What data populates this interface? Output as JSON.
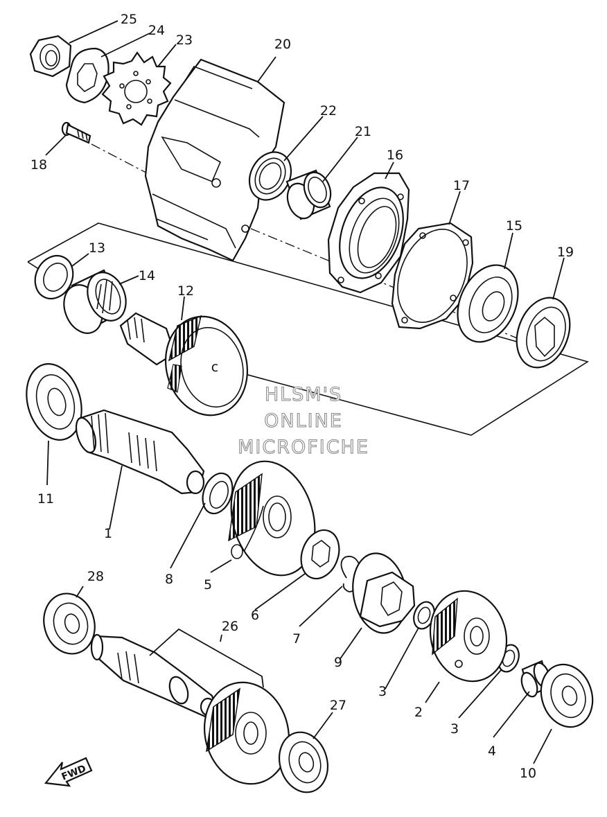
{
  "watermark": {
    "line1": "HLSM'S",
    "line2": "ONLINE",
    "line3": "MICROFICHE"
  },
  "fwd_label": "FWD",
  "callouts": {
    "p1": "1",
    "p2": "2",
    "p3a": "3",
    "p3b": "3",
    "p4": "4",
    "p5": "5",
    "p6": "6",
    "p7": "7",
    "p8": "8",
    "p9": "9",
    "p10": "10",
    "p11": "11",
    "p12": "12",
    "p13": "13",
    "p14": "14",
    "p15": "15",
    "p16": "16",
    "p17": "17",
    "p18": "18",
    "p19": "19",
    "p20": "20",
    "p21": "21",
    "p22": "22",
    "p23": "23",
    "p24": "24",
    "p25": "25",
    "p26": "26",
    "p27": "27",
    "p28": "28"
  }
}
